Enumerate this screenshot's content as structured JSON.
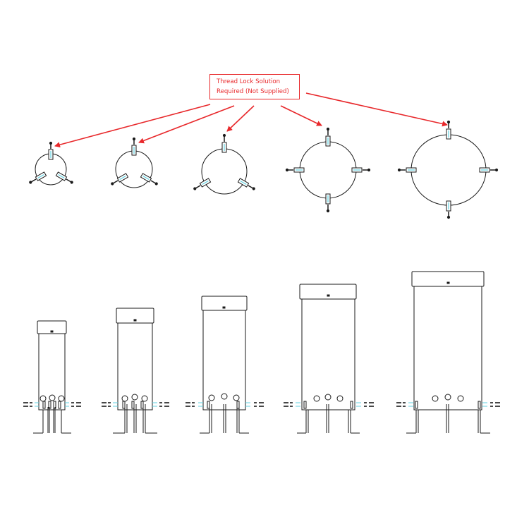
{
  "callout": {
    "line1": "Thread Lock Solution",
    "line2": "Required (Not Supplied)"
  },
  "colors": {
    "arrow": "#e8282b",
    "outline": "#1a1a1a",
    "sensor_accent": "#5fd0e0"
  },
  "top_view": {
    "assemblies": [
      {
        "sensors": 3
      },
      {
        "sensors": 3
      },
      {
        "sensors": 3
      },
      {
        "sensors": 4
      },
      {
        "sensors": 4
      }
    ]
  },
  "side_view": {
    "assemblies": [
      {
        "legs": 3
      },
      {
        "legs": 3
      },
      {
        "legs": 3
      },
      {
        "legs": 3
      },
      {
        "legs": 3
      }
    ]
  }
}
